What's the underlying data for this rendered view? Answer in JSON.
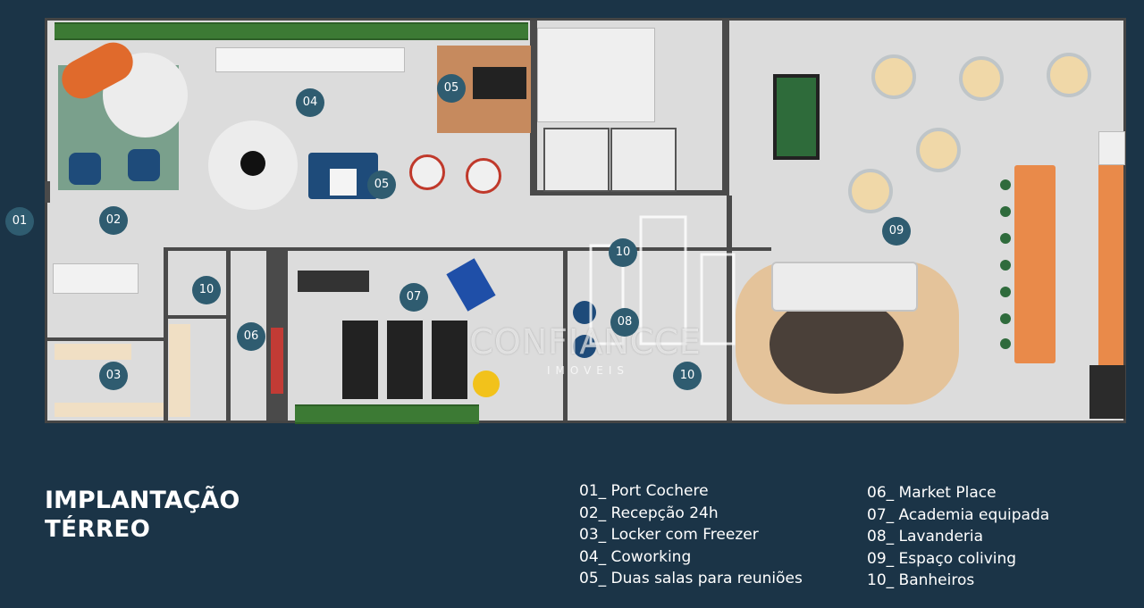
{
  "title": {
    "main": "IMPLANTAÇÃO",
    "sub": "TÉRREO"
  },
  "markers": {
    "m01": "01",
    "m02": "02",
    "m03": "03",
    "m04": "04",
    "m05a": "05",
    "m05b": "05",
    "m06": "06",
    "m07": "07",
    "m08": "08",
    "m09": "09",
    "m10a": "10",
    "m10b": "10",
    "m10c": "10"
  },
  "legend_left": [
    "01_ Port Cochere",
    "02_ Recepção 24h",
    "03_ Locker com Freezer",
    "04_ Coworking",
    "05_ Duas salas para reuniões"
  ],
  "legend_right": [
    "06_ Market Place",
    "07_ Academia equipada",
    "08_ Lavanderia",
    "09_ Espaço coliving",
    "10_ Banheiros"
  ],
  "watermark": {
    "name": "CONFIANCCE",
    "sub": "IMOVEIS"
  },
  "colors": {
    "background": "#1b3447",
    "marker": "#2f5c70",
    "floor": "#dcdcdc",
    "wall": "#4a4a4a",
    "accent_orange": "#e98a4a",
    "hedge_green": "#3c7a34"
  }
}
